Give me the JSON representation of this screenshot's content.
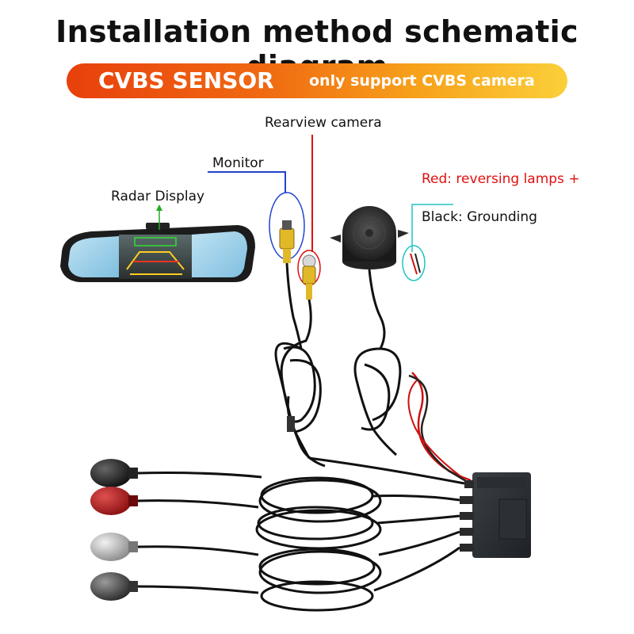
{
  "title": "Installation method schematic diagram",
  "banner": {
    "main": "CVBS SENSOR",
    "sub": "only support CVBS camera"
  },
  "labels": {
    "rearview_camera": "Rearview camera",
    "monitor": "Monitor",
    "radar_display": "Radar Display",
    "red_wire": "Red: reversing lamps +",
    "black_wire": "Black: Grounding"
  },
  "colors": {
    "banner_start": "#e8400c",
    "banner_end": "#fbd03a",
    "monitor_line": "#2244cc",
    "rearview_line": "#e01010",
    "radar_arrow": "#22aa22",
    "wire_line": "#22c4c4",
    "red_label": "#e01010"
  }
}
